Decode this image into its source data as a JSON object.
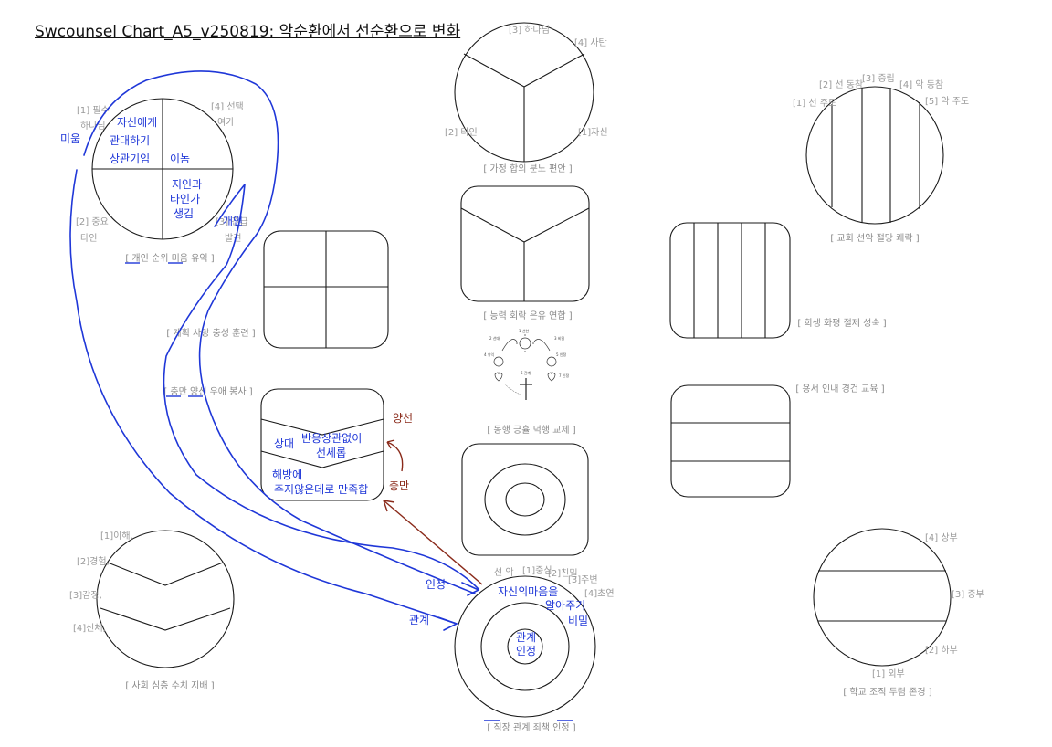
{
  "title": "Swcounsel Chart_A5_v250819: 악순환에서 선순환으로 변화",
  "diagrams": {
    "c1": {
      "caption": "[ 개인 순위 미움 유익 ]",
      "labels": [
        "[1] 필수",
        "하나님",
        "[4] 선택",
        "여가",
        "[2] 중요",
        "타인",
        "[3] 긴급",
        "발견"
      ],
      "notes": [
        "자신에게",
        "관대하기",
        "상관기임",
        "이놈",
        "지인과",
        "타인가",
        "생김"
      ]
    },
    "top": {
      "caption": "[ 가정 합의 분노 편안 ]",
      "labels": [
        "[3] 하나님",
        "[4] 사탄",
        "[2] 타인",
        "[1]자신"
      ]
    },
    "right": {
      "caption": "[ 교회 선악 절망 쾌락 ]",
      "labels": [
        "[2] 선 동참",
        "[3] 중립",
        "[4] 악 동참",
        "[1] 선 주도",
        "[5] 악 주도"
      ]
    },
    "sq1": {
      "caption": "[ 계획 사랑 충성 훈련 ]"
    },
    "sq2": {
      "caption": "[ 능력 회락 은유 연합 ]"
    },
    "sq3": {
      "caption": "[ 희생 화평 절제 성숙 ]"
    },
    "sq4": {
      "caption": "[ 충만 양선 우애 봉사 ]",
      "notes": [
        "상대",
        "반응상관없이",
        "선세롭",
        "해방에",
        "주지않은데로 만족합"
      ]
    },
    "small": {
      "caption": "[ 동행 긍휼 덕행 교제 ]",
      "labels": [
        "1 선한",
        "2 선대",
        "3 비밀",
        "4 유익",
        "5 인정",
        "6 관계",
        "7 인정"
      ]
    },
    "sq5": {
      "caption": "[ 용서 인내 경건 교육 ]"
    },
    "bl": {
      "caption": "[ 사회 심층 수치 지배 ]",
      "labels": [
        "[1]이해,",
        "[2]경험,",
        "[3]감정,",
        "[4]신체,"
      ]
    },
    "bc": {
      "caption": "[ 직장 관계 죄책 인정 ]",
      "labels": [
        "선 악",
        "[1]중심",
        "[2]친밀",
        "[3]주변",
        "[4]초연"
      ],
      "notes": [
        "자신의마음을",
        "알아주기",
        "비밀",
        "관계",
        "인정"
      ]
    },
    "br": {
      "caption": "[ 학교 조직 두렴 존경 ]",
      "labels": [
        "[4] 상부",
        "[3] 중부",
        "[2] 하부",
        "[1] 외부"
      ]
    }
  },
  "annotations": {
    "blue": [
      "미움",
      "개인",
      "인정",
      "관계"
    ],
    "red": [
      "양선",
      "충만"
    ]
  },
  "colors": {
    "ink_blue": "#1f37d8",
    "ink_red": "#8a2a1a",
    "line": "#1a1a1a",
    "label": "#9a9a9a"
  }
}
